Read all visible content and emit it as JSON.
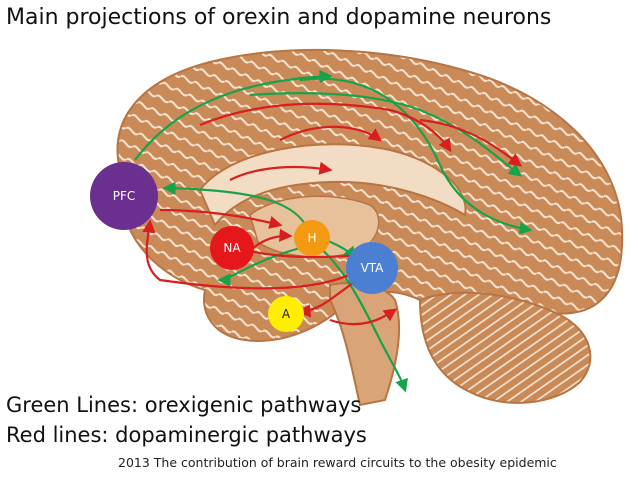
{
  "title": "Main projections of orexin and dopamine neurons",
  "legend": {
    "green": "Green Lines: orexigenic pathways",
    "red": "Red lines: dopaminergic pathways"
  },
  "citation": "2013 The contribution of brain reward circuits to the obesity epidemic",
  "nodes": {
    "pfc": {
      "label": "PFC",
      "color": "#6b2f8f"
    },
    "na": {
      "label": "NA",
      "color": "#e5171b"
    },
    "h": {
      "label": "H",
      "color": "#f39a12"
    },
    "vta": {
      "label": "VTA",
      "color": "#4a7fd1"
    },
    "a": {
      "label": "A",
      "color": "#ffee00"
    }
  },
  "colors": {
    "brain": "#c98a57",
    "green_pathway": "#16a34a",
    "red_pathway": "#d81e1e"
  }
}
